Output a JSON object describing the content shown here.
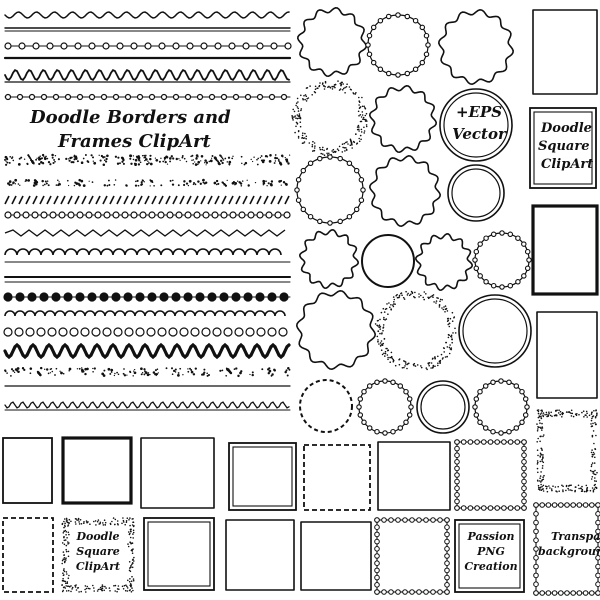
{
  "title": {
    "line1": "Doodle Borders and",
    "line2": "Frames ClipArt"
  },
  "eps_badge": {
    "line1": "+EPS",
    "line2": "Vector"
  },
  "square_label_right": {
    "line1": "Doodle",
    "line2": "Square",
    "line3": "ClipArt"
  },
  "square_label_bottom": {
    "line1": "Doodle",
    "line2": "Square",
    "line3": "ClipArt"
  },
  "creator_label": {
    "line1": "Passion",
    "line2": "PNG",
    "line3": "Creation"
  },
  "transparent_label": {
    "line1": "Transparent",
    "line2": "background"
  },
  "colors": {
    "ink": "#111111",
    "background": "#ffffff"
  }
}
